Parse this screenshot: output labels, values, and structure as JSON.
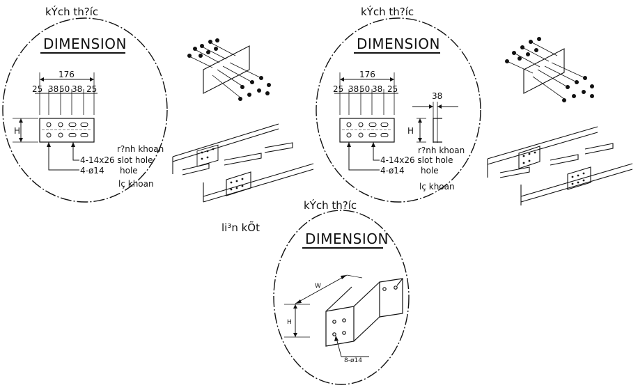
{
  "panels": [
    {
      "caption": "kÝch th?íc",
      "title": "DIMENSION",
      "overall": "176",
      "segments": [
        "25",
        "38",
        "50",
        "38",
        "25"
      ],
      "height_label": "H",
      "slot_label_vn": "r?nh khoan",
      "slot_label": "4-14x26  slot hole",
      "hole_label": "4-ø14",
      "hole_word": "hole",
      "hole_label_vn": "lç khoan"
    },
    {
      "caption": "kÝch th?íc",
      "title": "DIMENSION",
      "overall": "176",
      "segments": [
        "25",
        "38",
        "50",
        "38",
        "25"
      ],
      "height_label": "H",
      "flange_width": "38",
      "slot_label_vn": "r?nh khoan",
      "slot_label": "4-14x26  slot hole",
      "hole_label": "4-ø14",
      "hole_word": "hole",
      "hole_label_vn": "lç khoan"
    }
  ],
  "connection_label": "li³n kÕt",
  "bottom_panel": {
    "caption": "kÝch th?íc",
    "title": "DIMENSION",
    "width_label": "W",
    "height_label": "H",
    "hole_label": "8-ø14"
  }
}
